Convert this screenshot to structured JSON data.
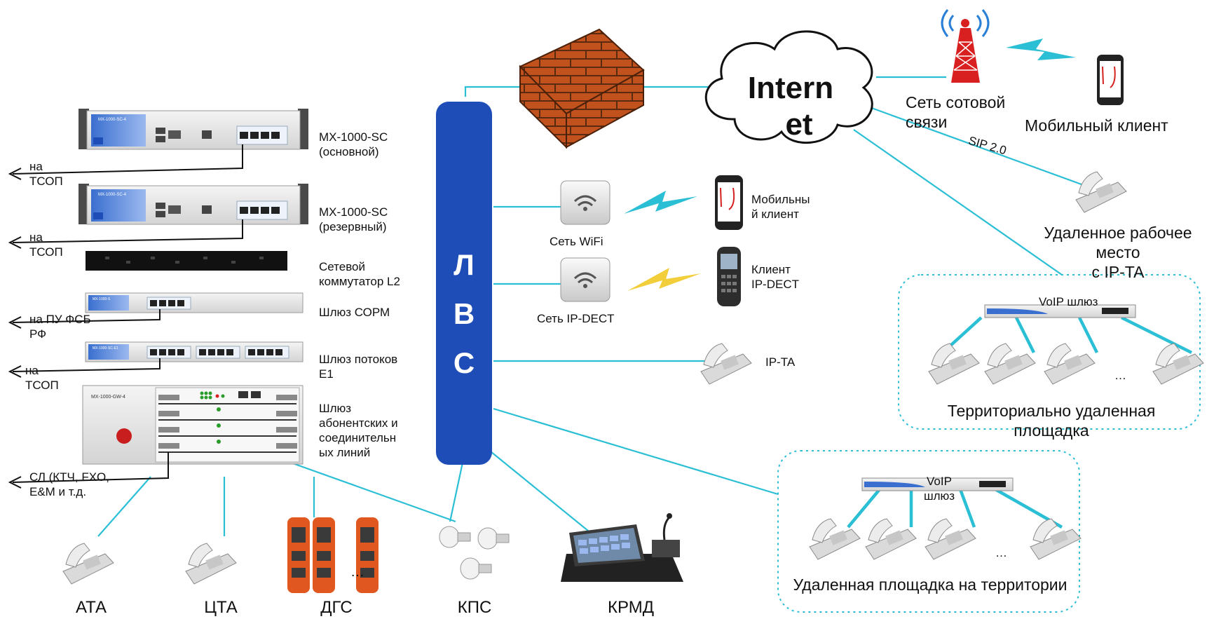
{
  "lan": {
    "letters": [
      "Л",
      "В",
      "С"
    ]
  },
  "internet": {
    "label_line1": "Intern",
    "label_line2": "et"
  },
  "equipment": [
    {
      "id": "mx-main",
      "label": "MX-1000-SC\n(основной)",
      "exit": "на\nТСОП",
      "device_text": "MX-1000-SC-4"
    },
    {
      "id": "mx-reserve",
      "label": "MX-1000-SC\n(резервный)",
      "exit": "на\nТСОП",
      "device_text": "MX-1000-SC-4"
    },
    {
      "id": "switch",
      "label": "Сетевой\nкоммутатор L2",
      "exit": ""
    },
    {
      "id": "sorm",
      "label": "Шлюз СОРМ",
      "exit": "на ПУ ФСБ\nРФ",
      "device_text": "MX-1000-S"
    },
    {
      "id": "e1",
      "label": "Шлюз потоков\nE1",
      "exit": "на\nТСОП",
      "device_text": "MX-1000-SC-E1"
    },
    {
      "id": "gw4",
      "label": "Шлюз\nабонентских и\nсоединительн\nых линий",
      "exit": "СЛ (КТЧ, FXO,\nE&M и т.д.",
      "device_text": "MX-1000-GW-4"
    }
  ],
  "wireless": {
    "wifi": {
      "label": "Сеть WiFi",
      "client": "Мобильны\nй клиент"
    },
    "dect": {
      "label": "Сеть IP-DECT",
      "client": "Клиент\nIP-DECT"
    },
    "ipta": {
      "label": "IP-TA"
    }
  },
  "cellular": {
    "label": "Сеть сотовой\nсвязи",
    "client": "Мобильный клиент"
  },
  "remote_workplace": {
    "sip": "SIP 2.0",
    "label": "Удаленное рабочее\nместо\nс IP-TA"
  },
  "site_remote": {
    "gateway": "VoIP шлюз",
    "ellipsis": "…",
    "label": "Территориально удаленная\nплощадка"
  },
  "site_local": {
    "gateway": "VoIP\nшлюз",
    "ellipsis": "…",
    "label": "Удаленная площадка на территории"
  },
  "bottom": {
    "ata": "АТА",
    "cta": "ЦТА",
    "dgs": "ДГС",
    "kps": "КПС",
    "krmd": "КРМД",
    "dgs_ellipsis": "…"
  },
  "colors": {
    "lan": "#1f4db8",
    "link": "#2bbfd6",
    "brick": "#c2521d",
    "dashed": "#2bbfd6",
    "bolt_wifi": "#2bbfd6",
    "bolt_dect": "#f2cf3a"
  }
}
